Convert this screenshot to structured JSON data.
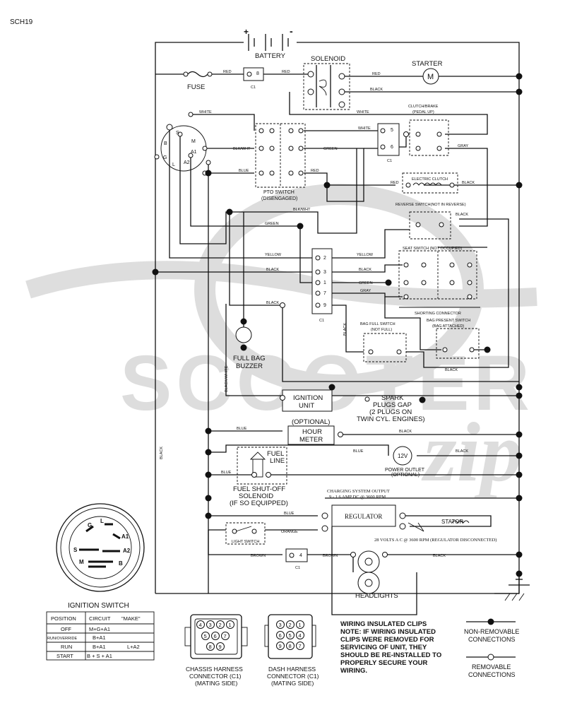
{
  "page_id": "SCH19",
  "battery": {
    "label": "BATTERY",
    "plus": "+",
    "minus": "-"
  },
  "solenoid": {
    "label": "SOLENOID"
  },
  "starter": {
    "label": "STARTER",
    "symbol": "M"
  },
  "fuse": {
    "label": "FUSE"
  },
  "c1": "C1",
  "pins": {
    "p8": "8",
    "p5": "5",
    "p6": "6",
    "p2": "2",
    "p3": "3",
    "p1": "1",
    "p7": "7",
    "p9": "9",
    "p4": "4"
  },
  "clutch_brake": {
    "line1": "CLUTCH/BRAKE",
    "line2": "(PEDAL UP)"
  },
  "electric_clutch": "ELECTRIC CLUTCH",
  "pto_switch": {
    "line1": "PTO SWITCH",
    "line2": "(DISENGAGED)"
  },
  "reverse_switch": "REVERSE SWITCH(NOT IN REVERSE)",
  "seat_switch": "SEAT SWITCH (NOT OCCUPIED)",
  "shorting_connector": "SHORTING CONNECTOR",
  "bag_full_switch": {
    "line1": "BAG FULL SWITCH",
    "line2": "(NOT FULL)"
  },
  "bag_present_switch": {
    "line1": "BAG PRESENT SWITCH",
    "line2": "(BAG ATTACHED)"
  },
  "full_bag_buzzer": {
    "line1": "FULL BAG",
    "line2": "BUZZER"
  },
  "ignition_unit": {
    "line1": "IGNITION",
    "line2": "UNIT"
  },
  "spark_plugs": {
    "line1": "SPARK",
    "line2": "PLUGS GAP",
    "line3": "(2 PLUGS ON",
    "line4": "TWIN CYL. ENGINES)"
  },
  "hour_meter": {
    "optional": "(OPTIONAL)",
    "line1": "HOUR",
    "line2": "METER"
  },
  "power_outlet": {
    "symbol": "12V",
    "line1": "POWER OUTLET",
    "line2": "(OPTIONAL)"
  },
  "fuel_line": {
    "line1": "FUEL",
    "line2": "LINE"
  },
  "fuel_shutoff": {
    "line1": "FUEL SHUT-OFF",
    "line2": "SOLENOID",
    "line3": "(IF SO EQUIPPED)"
  },
  "charging": {
    "line1": "CHARGING SYSTEM OUTPUT",
    "line2": "9 - 1 6 AMP DC @ 3600 RPM"
  },
  "regulator": "REGULATOR",
  "stator": "STATOR",
  "ac_note": "28 VOLTS A C @ 3600 RPM (REGULATOR DISCONNECTED)",
  "light_switch": "LIGHT SWITCH",
  "headlights": "HEADLIGHTS",
  "wires": {
    "red": "RED",
    "black": "BLACK",
    "white": "WHITE",
    "green": "GREEN",
    "blue": "BLUE",
    "gray": "GRAY",
    "yellow": "YELLOW",
    "blkwht": "BLK/WHT",
    "blackwhite": "BLACK/WHITE",
    "orange": "ORANGE",
    "brown": "BROWN"
  },
  "ign_terminals": {
    "s": "S",
    "b": "B",
    "g": "G",
    "m": "M",
    "a1": "A1",
    "a2": "A2",
    "l": "L"
  },
  "ignition_switch": {
    "title": "IGNITION SWITCH",
    "headers": [
      "POSITION",
      "CIRCUIT",
      "\"MAKE\""
    ],
    "rows": [
      {
        "position": "OFF",
        "circuit": "M+G+A1",
        "extra": ""
      },
      {
        "position": "RUN/OVERRIDE",
        "circuit": "B+A1",
        "extra": ""
      },
      {
        "position": "RUN",
        "circuit": "B+A1",
        "extra": "L+A2"
      },
      {
        "position": "START",
        "circuit": "B + S + A1",
        "extra": ""
      }
    ],
    "face": {
      "g": "G",
      "l": "L",
      "a1": "A1",
      "s": "S",
      "a2": "A2",
      "m": "M",
      "b": "B"
    }
  },
  "chassis_connector": {
    "line1": "CHASSIS HARNESS",
    "line2": "CONNECTOR (C1)",
    "line3": "(MATING SIDE)",
    "pins": [
      "4",
      "3",
      "2",
      "1",
      "5",
      "6",
      "7",
      "8",
      "9"
    ]
  },
  "dash_connector": {
    "line1": "DASH HARNESS",
    "line2": "CONNECTOR (C1)",
    "line3": "(MATING SIDE)",
    "pins": [
      "3",
      "2",
      "1",
      "6",
      "5",
      "4",
      "9",
      "8",
      "7"
    ]
  },
  "note": {
    "line1": "WIRING INSULATED CLIPS",
    "line2": "NOTE: IF WIRING INSULATED",
    "line3": "CLIPS WERE REMOVED FOR",
    "line4": "SERVICING OF UNIT, THEY",
    "line5": "SHOULD BE RE-INSTALLED TO",
    "line6": "PROPERLY SECURE YOUR",
    "line7": "WIRING."
  },
  "legend": {
    "non_removable": {
      "line1": "NON-REMOVABLE",
      "line2": "CONNECTIONS"
    },
    "removable": {
      "line1": "REMOVABLE",
      "line2": "CONNECTIONS"
    }
  },
  "watermark": "SCOOTER ZIP"
}
